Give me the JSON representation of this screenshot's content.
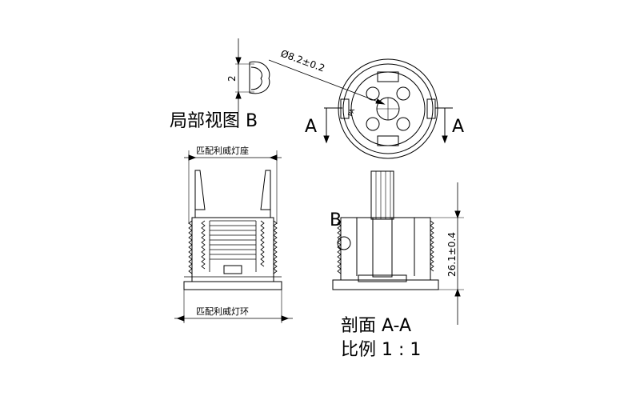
{
  "views": {
    "detail_b": {
      "title": "局部视图 B",
      "dim_value": "2"
    },
    "top_view": {
      "diameter_label": "Ø8.2±0.2",
      "section_mark_left": "A",
      "section_mark_right": "A",
      "inner_text": "PA"
    },
    "front_view": {
      "top_label": "匹配利威灯座",
      "bottom_label": "匹配利威灯环"
    },
    "section_view": {
      "detail_mark": "B",
      "height_dim": "26.1±0.4",
      "title": "剖面 A-A",
      "scale": "比例 1 : 1"
    }
  }
}
